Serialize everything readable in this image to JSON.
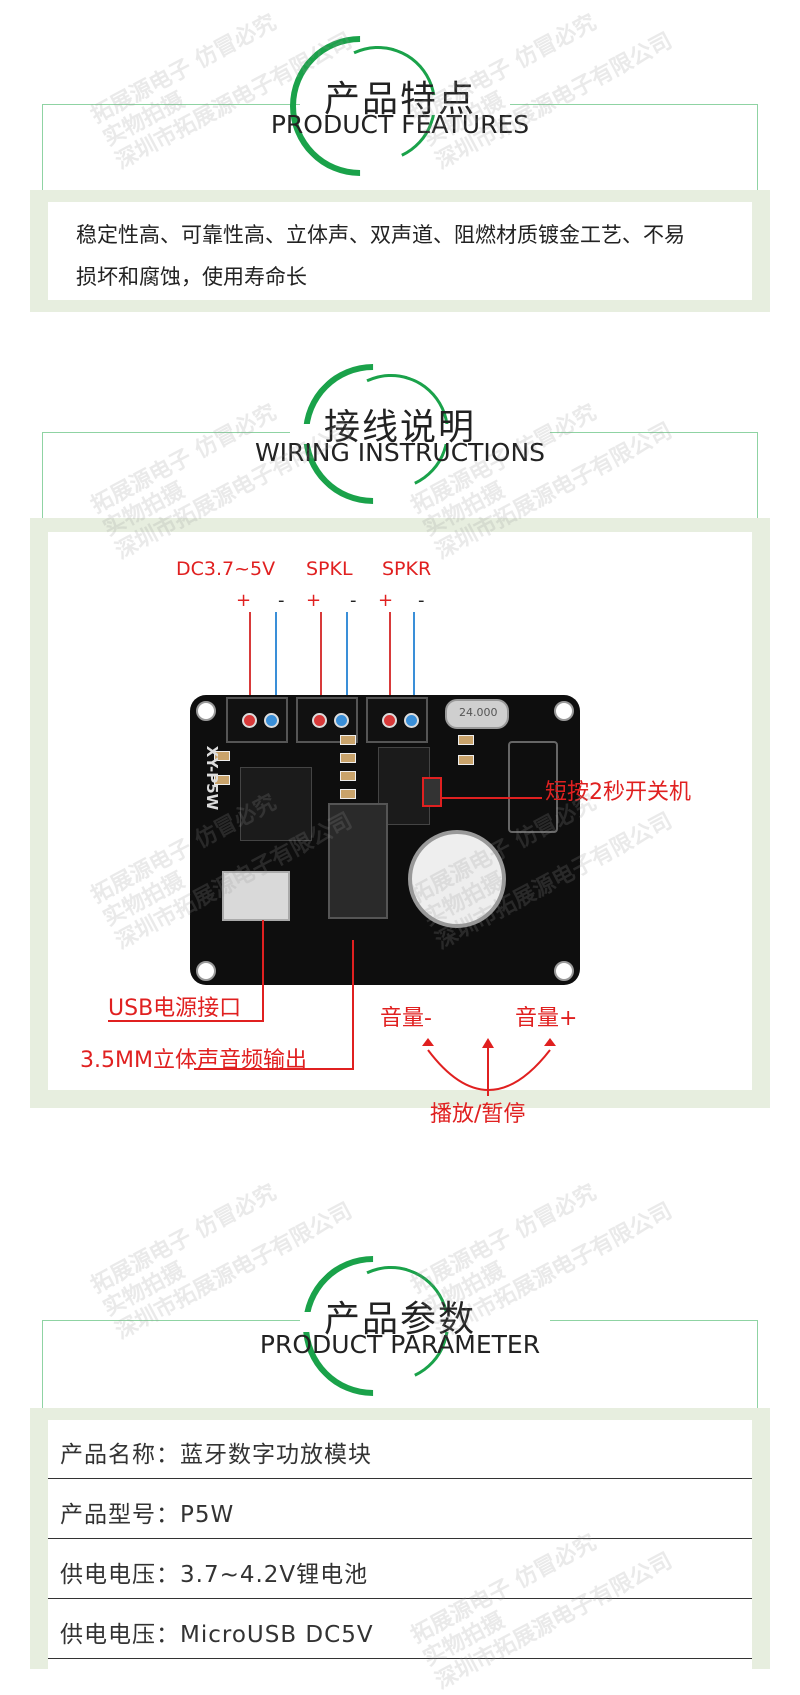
{
  "sections": {
    "features": {
      "title_cn": "产品特点",
      "title_en": "PRODUCT FEATURES"
    },
    "wiring": {
      "title_cn": "接线说明",
      "title_en": "WIRING INSTRUCTIONS"
    },
    "parameter": {
      "title_cn": "产品参数",
      "title_en": "PRODUCT PARAMETER"
    }
  },
  "features_text": "稳定性高、可靠性高、立体声、双声道、阻燃材质镀金工艺、不易损坏和腐蚀，使用寿命长",
  "wiring": {
    "dc_label": "DC3.7~5V",
    "spkl_label": "SPKL",
    "spkr_label": "SPKR",
    "plus": "+",
    "minus": "-",
    "power_button_label": "短按2秒开关机",
    "usb_label": "USB电源接口",
    "audio_out_label": "3.5MM立体声音频输出",
    "vol_minus_label": "音量-",
    "vol_plus_label": "音量+",
    "play_pause_label": "播放/暂停",
    "board_silk": "XY-P5W",
    "crystal_text": "24.000"
  },
  "parameters": [
    "产品名称：蓝牙数字功放模块",
    "产品型号：P5W",
    "供电电压：3.7~4.2V锂电池",
    "供电电压：MicroUSB DC5V"
  ],
  "watermark": {
    "line1": "拓展源电子  仿冒必究",
    "line2": "实物拍摄",
    "line3": "深圳市拓展源电子有限公司"
  },
  "colors": {
    "accent_green": "#1aa24a",
    "panel": "#e7eedf",
    "annotation_red": "#e02020",
    "lead_red": "#d83a3a",
    "lead_blue": "#3a8fd8"
  }
}
